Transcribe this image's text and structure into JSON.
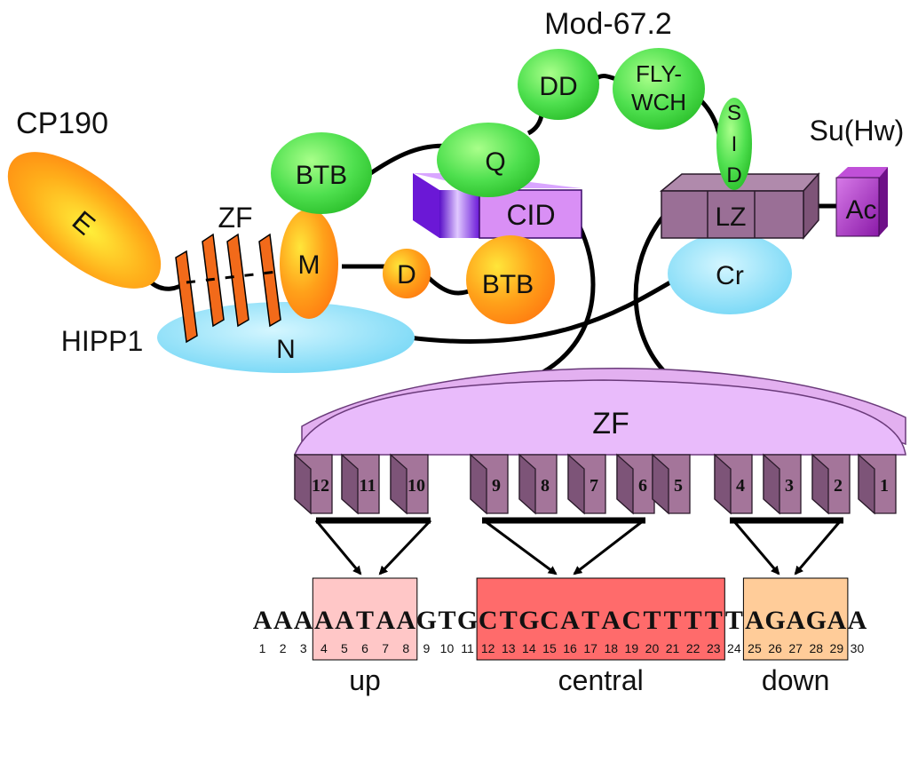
{
  "proteins": {
    "cp190": {
      "name": "CP190",
      "domain_e": "E",
      "domain_zf": "ZF",
      "domain_m": "M",
      "domain_btb": "BTB",
      "domain_d": "D"
    },
    "hipp1": {
      "name": "HIPP1",
      "domain_n": "N"
    },
    "mod": {
      "name": "Mod-67.2",
      "domain_btb": "BTB",
      "domain_q": "Q",
      "domain_dd": "DD",
      "domain_flywch": [
        "FLY-",
        "WCH"
      ],
      "domain_sid": [
        "S",
        "I",
        "D"
      ],
      "domain_cid": "CID"
    },
    "suhw": {
      "name": "Su(Hw)",
      "domain_lz": "LZ",
      "domain_ac": "Ac",
      "domain_cr": "Cr",
      "domain_zf": "ZF"
    }
  },
  "zinc_fingers": [
    "12",
    "11",
    "10",
    "9",
    "8",
    "7",
    "6",
    "5",
    "4",
    "3",
    "2",
    "1"
  ],
  "dna": {
    "bases": [
      "A",
      "A",
      "A",
      "A",
      "A",
      "T",
      "A",
      "A",
      "G",
      "T",
      "G",
      "C",
      "T",
      "G",
      "C",
      "A",
      "T",
      "A",
      "C",
      "T",
      "T",
      "T",
      "T",
      "T",
      "A",
      "G",
      "A",
      "G",
      "A",
      "A"
    ],
    "positions": [
      "1",
      "2",
      "3",
      "4",
      "5",
      "6",
      "7",
      "8",
      "9",
      "10",
      "11",
      "12",
      "13",
      "14",
      "15",
      "16",
      "17",
      "18",
      "19",
      "20",
      "21",
      "22",
      "23",
      "24",
      "25",
      "26",
      "27",
      "28",
      "29",
      "30"
    ],
    "regions": [
      {
        "label": "up",
        "from": 4,
        "to": 8,
        "color": "#ffc7c7"
      },
      {
        "label": "central",
        "from": 12,
        "to": 23,
        "color": "#ff6b6b"
      },
      {
        "label": "down",
        "from": 25,
        "to": 29,
        "color": "#ffcc99"
      }
    ]
  },
  "colors": {
    "green": "#5fe85f",
    "orange": "#ff8a1a",
    "cyan": "#8ee1f7",
    "purple_zf": "#a4759a",
    "lilac": "#e9b9ff",
    "violet": "#b050e0",
    "lz_box": "#9a6f96"
  }
}
